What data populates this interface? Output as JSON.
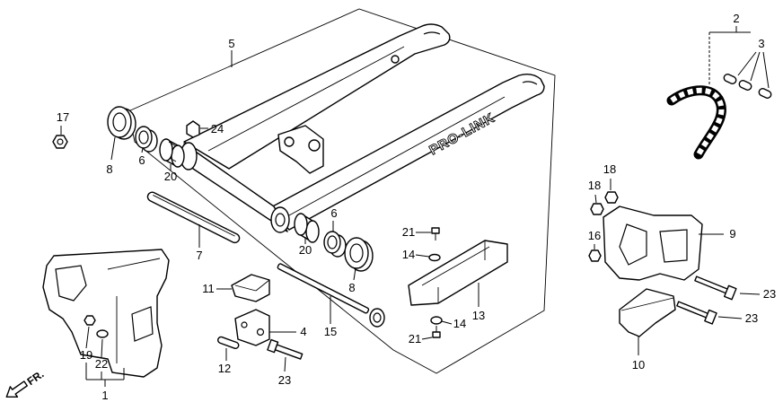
{
  "figure": {
    "brand_text": "PRO-LINK",
    "direction_label": "FR."
  },
  "callouts": [
    "5",
    "2",
    "3",
    "17",
    "24",
    "8",
    "6",
    "20",
    "7",
    "6",
    "20",
    "8",
    "21",
    "14",
    "13",
    "14",
    "21",
    "11",
    "4",
    "15",
    "12",
    "23",
    "19",
    "22",
    "1",
    "18",
    "18",
    "16",
    "9",
    "23",
    "23",
    "10"
  ]
}
